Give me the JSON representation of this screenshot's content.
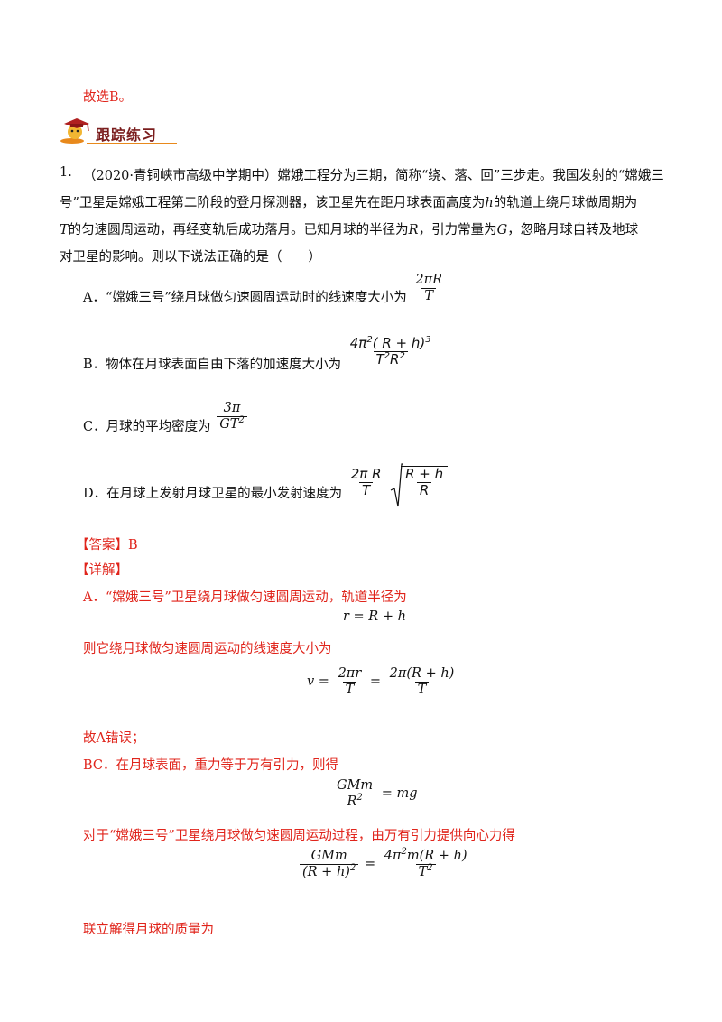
{
  "intro": {
    "prev_conclusion": "故选B。"
  },
  "banner": {
    "label": "跟踪练习",
    "icon": "graduate-cap-icon"
  },
  "question": {
    "number": "1.",
    "lines": [
      "（2020·青铜峡市高级中学期中）嫦娥工程分为三期，简称“绕、落、回”三步走。我国发射的“嫦娥三",
      "号”卫星是嫦娥工程第二阶段的登月探测器，该卫星先在距月球表面高度为",
      "的轨道上绕月球做周期为",
      "的匀速圆周运动，再经变轨后成功落月。已知月球的半径为",
      "，引力常量为",
      "，忽略月球自转及地球",
      "对卫星的影响。则以下说法正确的是（　　）"
    ],
    "vars": {
      "h": "h",
      "T": "T",
      "R": "R",
      "G": "G"
    },
    "options": {
      "A": {
        "prefix": "A．“嫦娥三号”绕月球做匀速圆周运动时的线速度大小为",
        "num": "2πR",
        "den": "T"
      },
      "B": {
        "prefix": "B．物体在月球表面自由下落的加速度大小为",
        "num_a": "4π",
        "num_b": "2",
        "num_c": "( R + h)",
        "num_d": "3",
        "den_a": "T",
        "den_b": "2",
        "den_c": "R",
        "den_d": "2"
      },
      "C": {
        "prefix": "C．月球的平均密度为",
        "num": "3π",
        "den_a": "GT",
        "den_b": "2"
      },
      "D": {
        "prefix": "D．在月球上发射月球卫星的最小发射速度为",
        "num": "2π R",
        "den": "T",
        "rad_num": "R + h",
        "rad_den": "R"
      }
    }
  },
  "answer": {
    "label": "【答案】B",
    "detail_label": "【详解】"
  },
  "solution": {
    "a_line": "A．“嫦娥三号”卫星绕月球做匀速圆周运动，轨道半径为",
    "eq1": "r = R + h",
    "v_line": "则它绕月球做匀速圆周运动的线速度大小为",
    "eq2_lhs": "v =",
    "eq2_f1_num": "2πr",
    "eq2_f1_den": "T",
    "eq2_mid": "=",
    "eq2_f2_num": "2π(R + h)",
    "eq2_f2_den": "T",
    "a_wrong": "故A错误；",
    "bc_line": "BC．在月球表面，重力等于万有引力，则得",
    "eq3_num": "GMm",
    "eq3_den_a": "R",
    "eq3_den_b": "2",
    "eq3_rhs": "= mg",
    "c_line": "对于“嫦娥三号”卫星绕月球做匀速圆周运动过程，由万有引力提供向心力得",
    "eq4_num": "GMm",
    "eq4_den_a": "(R + h)",
    "eq4_den_b": "2",
    "eq4_mid": "=",
    "eq4_r_num_a": "4π",
    "eq4_r_num_b": "2",
    "eq4_r_num_c": "m(R + h)",
    "eq4_r_den_a": "T",
    "eq4_r_den_b": "2",
    "mass_line": "联立解得月球的质量为"
  },
  "colors": {
    "answer_red": "#e0241b",
    "banner_brown": "#7a1d1d",
    "banner_orange": "#e8891c"
  }
}
